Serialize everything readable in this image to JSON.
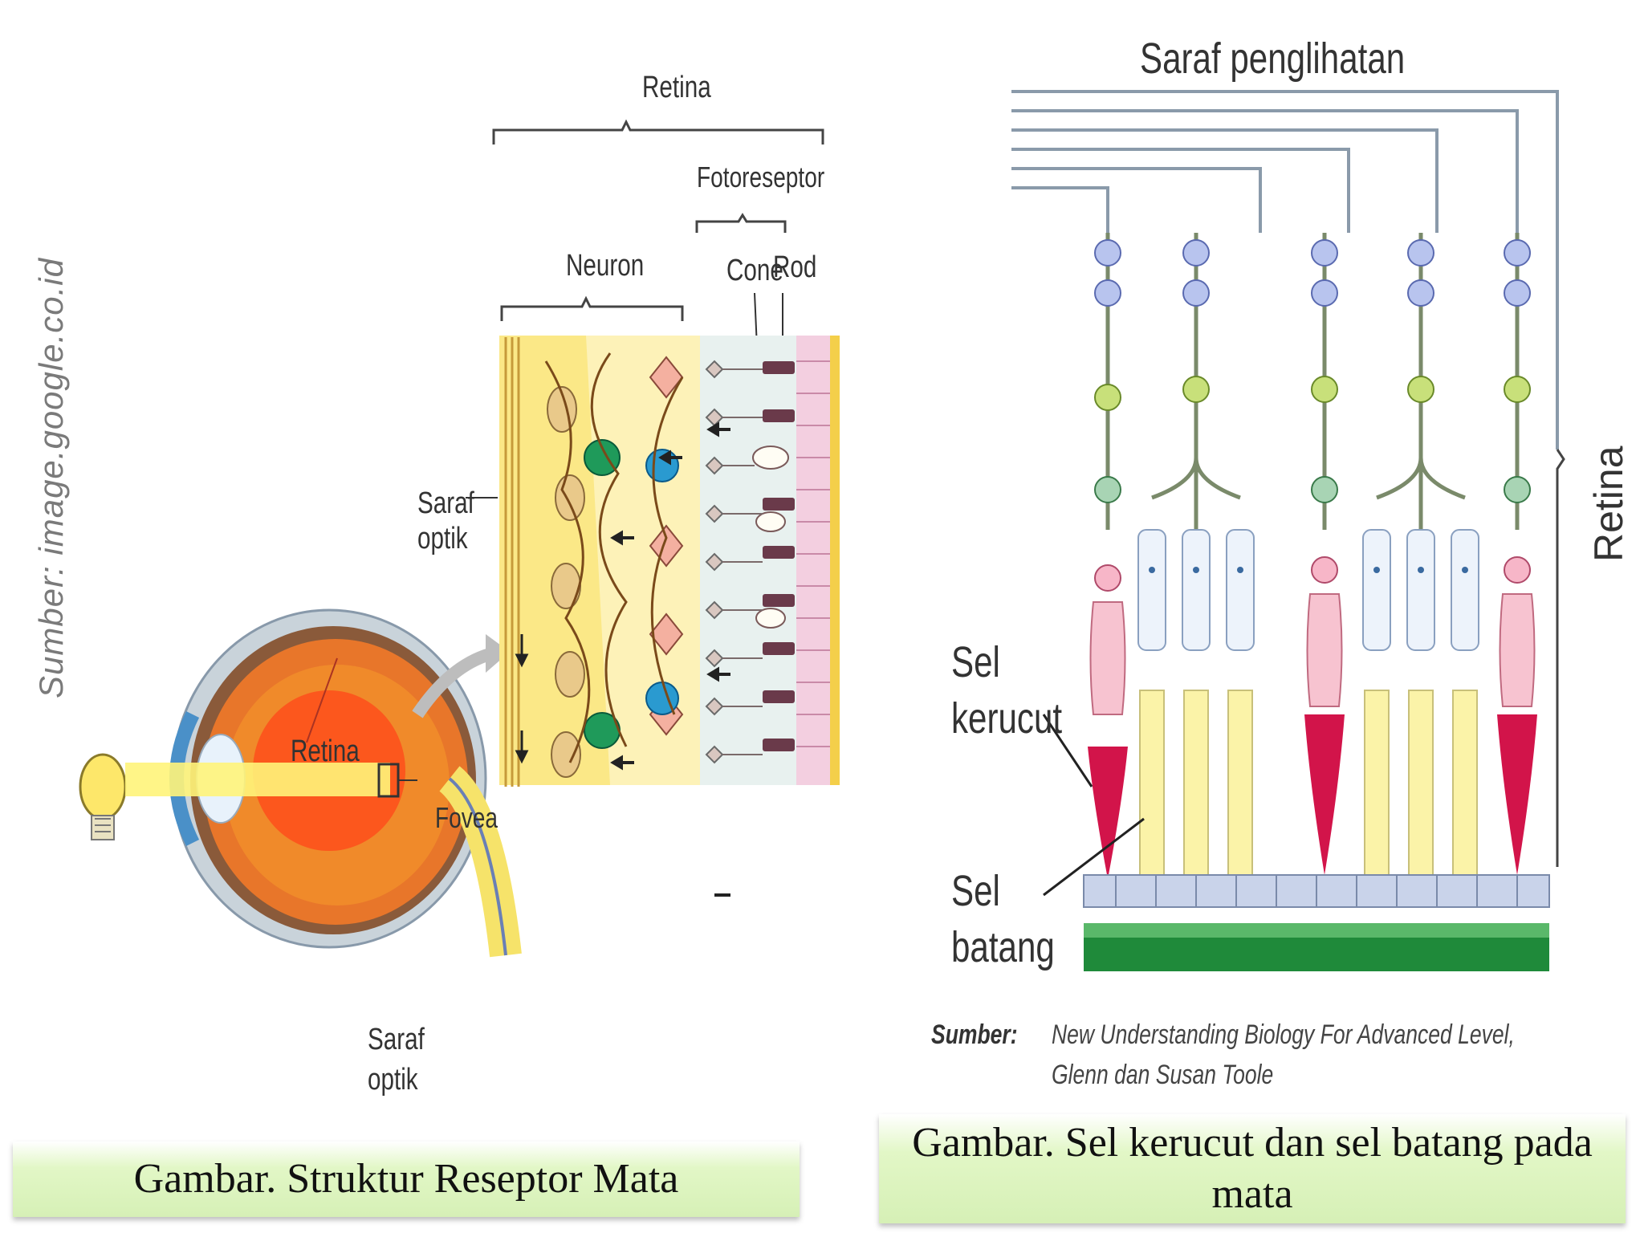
{
  "left_figure": {
    "source_vertical": "Sumber: image.google.co.id",
    "labels": {
      "retina_top": "Retina",
      "fotoreseptor": "Fotoreseptor",
      "neuron": "Neuron",
      "cone": "Cone",
      "rod": "Rod",
      "saraf_optik_1": "Saraf\noptik",
      "retina_eye": "Retina",
      "fovea": "Fovea",
      "saraf_optik_2": "Saraf\noptik"
    },
    "caption": "Gambar. Struktur Reseptor Mata"
  },
  "right_figure": {
    "labels": {
      "saraf_penglihatan": "Saraf penglihatan",
      "retina_side": "Retina",
      "sel_kerucut": "Sel\nkerucut",
      "sel_batang": "Sel\nbatang"
    },
    "source_label": "Sumber:",
    "source_text_1": "New Understanding Biology For Advanced Level,",
    "source_text_2": "Glenn dan Susan Toole",
    "caption": "Gambar. Sel kerucut dan sel batang pada mata"
  },
  "colors": {
    "caption_bg": "#dff5c2",
    "cone_red": "#d2144a",
    "rod_yellow": "#faf3a8",
    "membrane_green": "#1f8a3a",
    "retina_yellow": "#fbe887"
  }
}
